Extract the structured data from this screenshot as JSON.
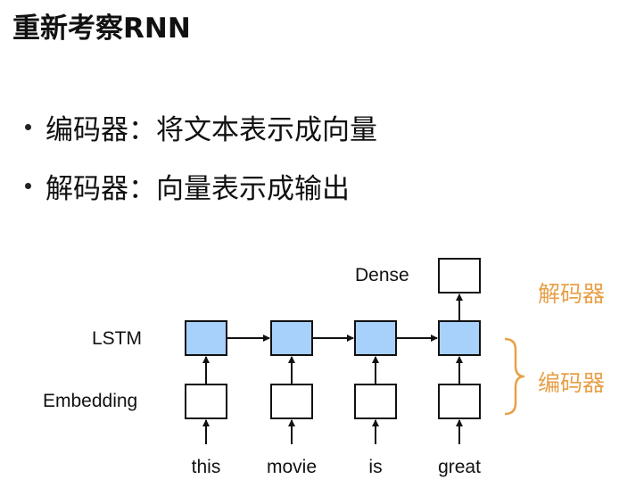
{
  "title": "重新考察RNN",
  "bullets": [
    "编码器：将文本表示成向量",
    "解码器：向量表示成输出"
  ],
  "diagram": {
    "row_labels": {
      "dense": "Dense",
      "lstm": "LSTM",
      "embedding": "Embedding"
    },
    "words": [
      "this",
      "movie",
      "is",
      "great"
    ],
    "side_labels": {
      "decoder": "解码器",
      "encoder": "编码器"
    },
    "colors": {
      "lstm_fill": "#a7d0fb",
      "accent": "#e8a048",
      "stroke": "#111111"
    }
  }
}
